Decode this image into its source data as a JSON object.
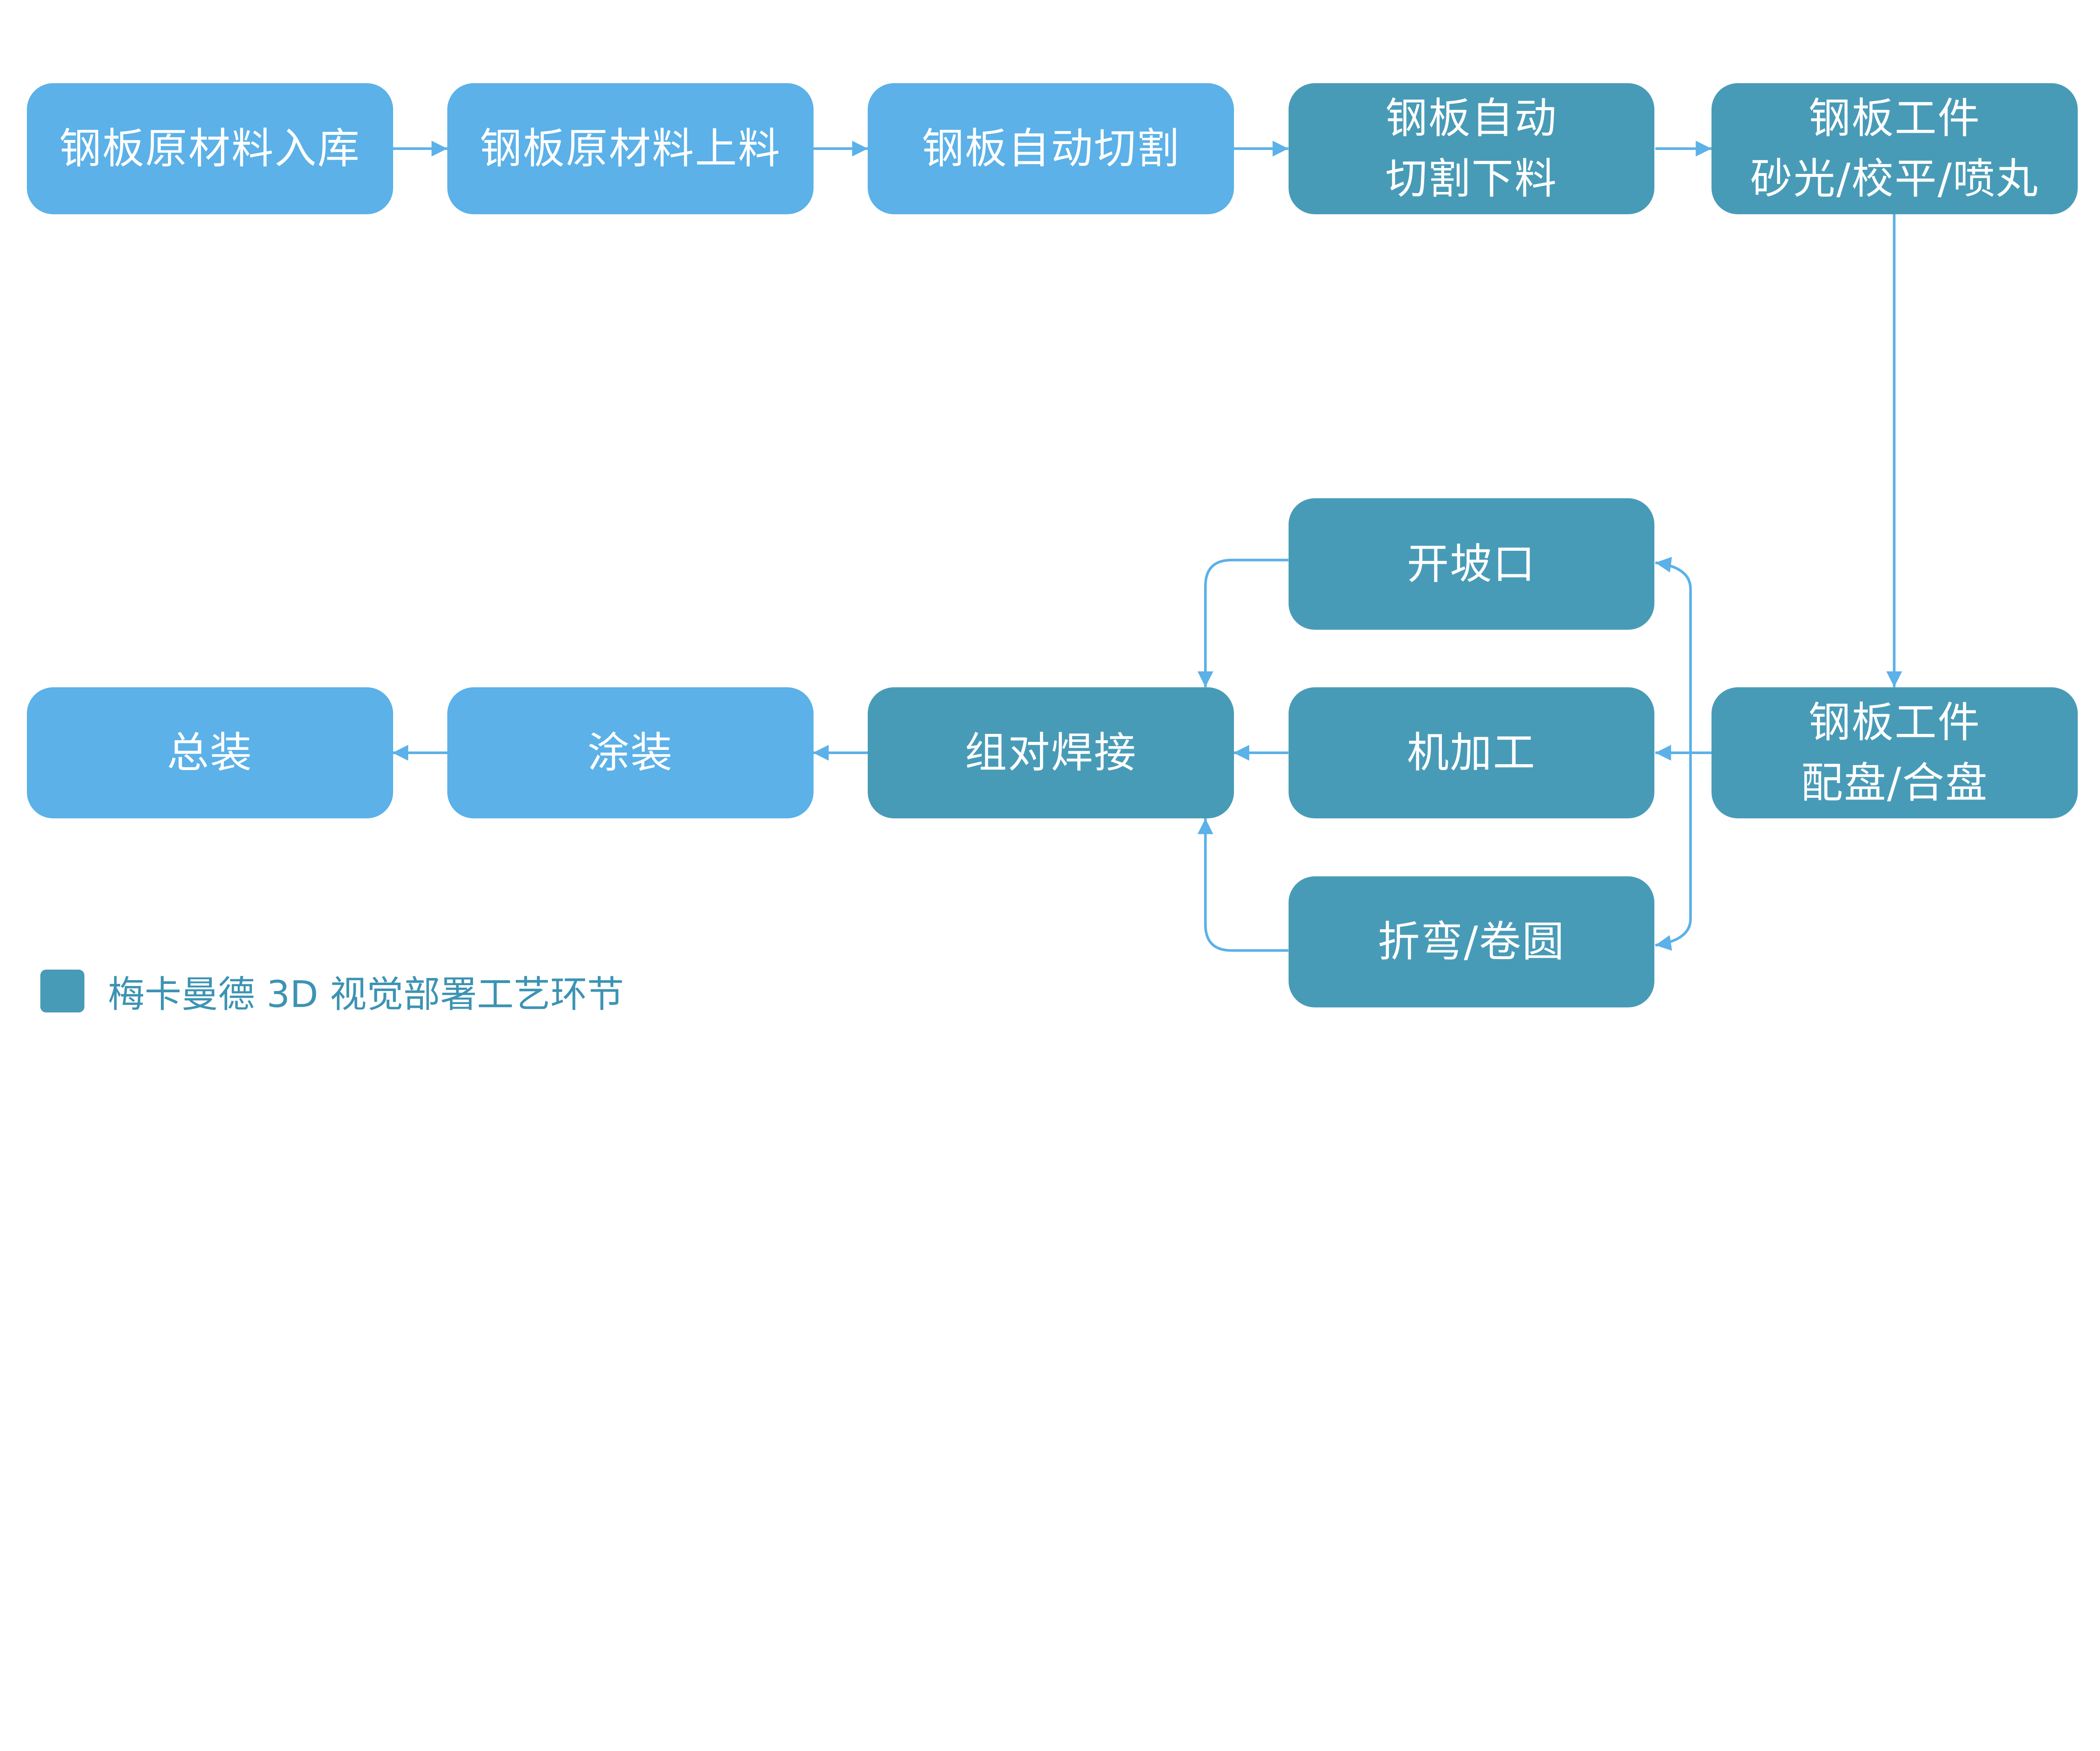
{
  "colors": {
    "standard_step": "#5BB1E8",
    "vision_step": "#489BB7",
    "connector": "#5BB1E8"
  },
  "steps": {
    "s1": {
      "lines": [
        "钢板原材料入库"
      ]
    },
    "s2": {
      "lines": [
        "钢板原材料上料"
      ]
    },
    "s3": {
      "lines": [
        "钢板自动切割"
      ]
    },
    "s4": {
      "lines": [
        "钢板自动",
        "切割下料"
      ]
    },
    "s5": {
      "lines": [
        "钢板工件",
        "砂光/校平/喷丸"
      ]
    },
    "s6": {
      "lines": [
        "钢板工件",
        "配盘/合盘"
      ]
    },
    "s7": {
      "lines": [
        "开坡口"
      ]
    },
    "s8": {
      "lines": [
        "机加工"
      ]
    },
    "s9": {
      "lines": [
        "折弯/卷圆"
      ]
    },
    "s10": {
      "lines": [
        "组对焊接"
      ]
    },
    "s11": {
      "lines": [
        "涂装"
      ]
    },
    "s12": {
      "lines": [
        "总装"
      ]
    }
  },
  "legend": {
    "label": "梅卡曼德 3D 视觉部署工艺环节"
  }
}
